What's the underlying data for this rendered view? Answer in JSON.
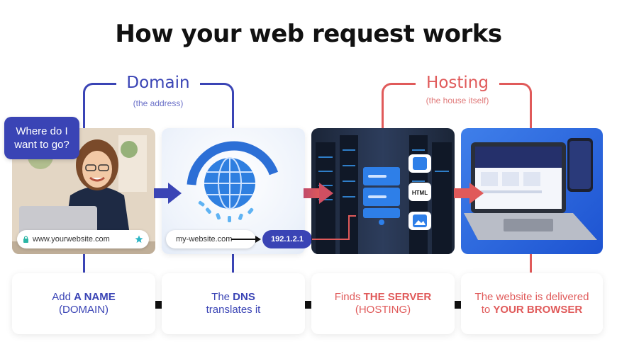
{
  "title": "How your web request works",
  "groups": {
    "domain": {
      "label": "Domain",
      "sublabel": "(the address)"
    },
    "hosting": {
      "label": "Hosting",
      "sublabel": "(the house itself)"
    }
  },
  "bubble": {
    "line1": "Where do I",
    "line2": "want to go?"
  },
  "url_bar": {
    "text": "www.yourwebsite.com"
  },
  "dns_bar": {
    "text": "my-website.com"
  },
  "ip_address": "192.1.2.1",
  "server_file_label": "HTML",
  "steps": [
    {
      "pre": "Add ",
      "bold": "A NAME",
      "line2": "(DOMAIN)"
    },
    {
      "pre": "The ",
      "bold": "DNS",
      "line2": "translates it"
    },
    {
      "pre": "Finds ",
      "bold": "THE SERVER",
      "line2": "(HOSTING)"
    },
    {
      "pre": "The website is delivered",
      "line2_pre": "to ",
      "bold": "YOUR BROWSER"
    }
  ],
  "colors": {
    "domain": "#3a44b5",
    "hosting": "#e05a5a",
    "text": "#111111"
  }
}
